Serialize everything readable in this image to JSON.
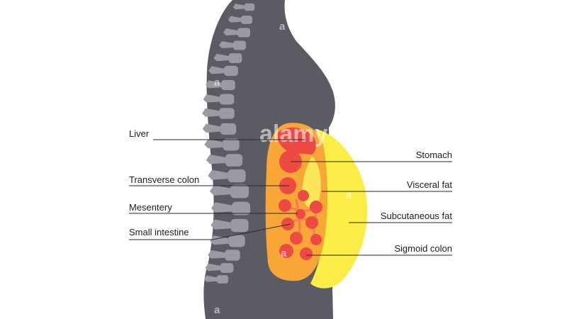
{
  "labels": {
    "liver": "Liver",
    "transverse_colon": "Transverse colon",
    "mesentery": "Mesentery",
    "small_intestine": "Small intestine",
    "stomach": "Stomach",
    "visceral_fat": "Visceral fat",
    "subcutaneous_fat": "Subcutaneous fat",
    "sigmoid_colon": "Sigmoid colon"
  },
  "watermark": {
    "logo": "alamy",
    "mark": "a"
  },
  "colors": {
    "body": "#5b5c63",
    "spine": "#9a9ba2",
    "subcutaneous_fat": "#fbec46",
    "visceral": "#f8a637",
    "organs": "#ec4a43",
    "leader": "#2a2a2a"
  }
}
